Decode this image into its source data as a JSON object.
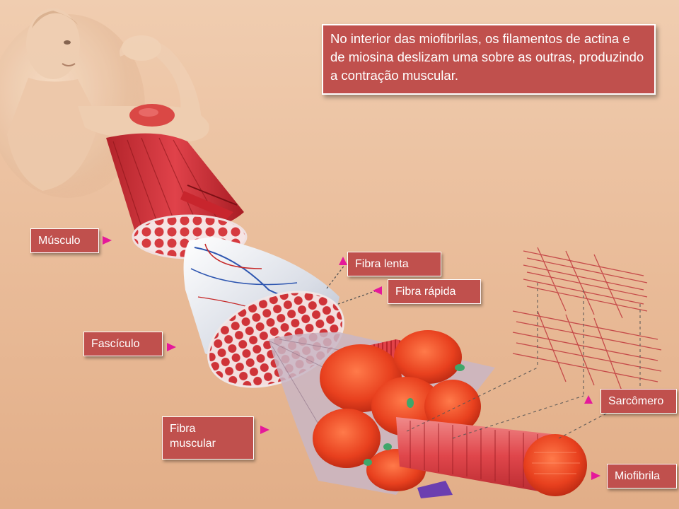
{
  "info_text": "No interior das miofibrilas, os filamentos de actina e de miosina deslizam uma sobre as outras, produzindo a contração muscular.",
  "labels": {
    "musculo": "Músculo",
    "fibra_lenta": "Fibra lenta",
    "fibra_rapida": "Fibra rápida",
    "fasciculo": "Fascículo",
    "fibra_muscular_line1": "Fibra",
    "fibra_muscular_line2": "muscular",
    "sarcomero": "Sarcômero",
    "miofibrila": "Miofibrila"
  },
  "colors": {
    "label_bg": "#c0504d",
    "arrow": "#e5199a",
    "background": "#ecc3a3"
  }
}
